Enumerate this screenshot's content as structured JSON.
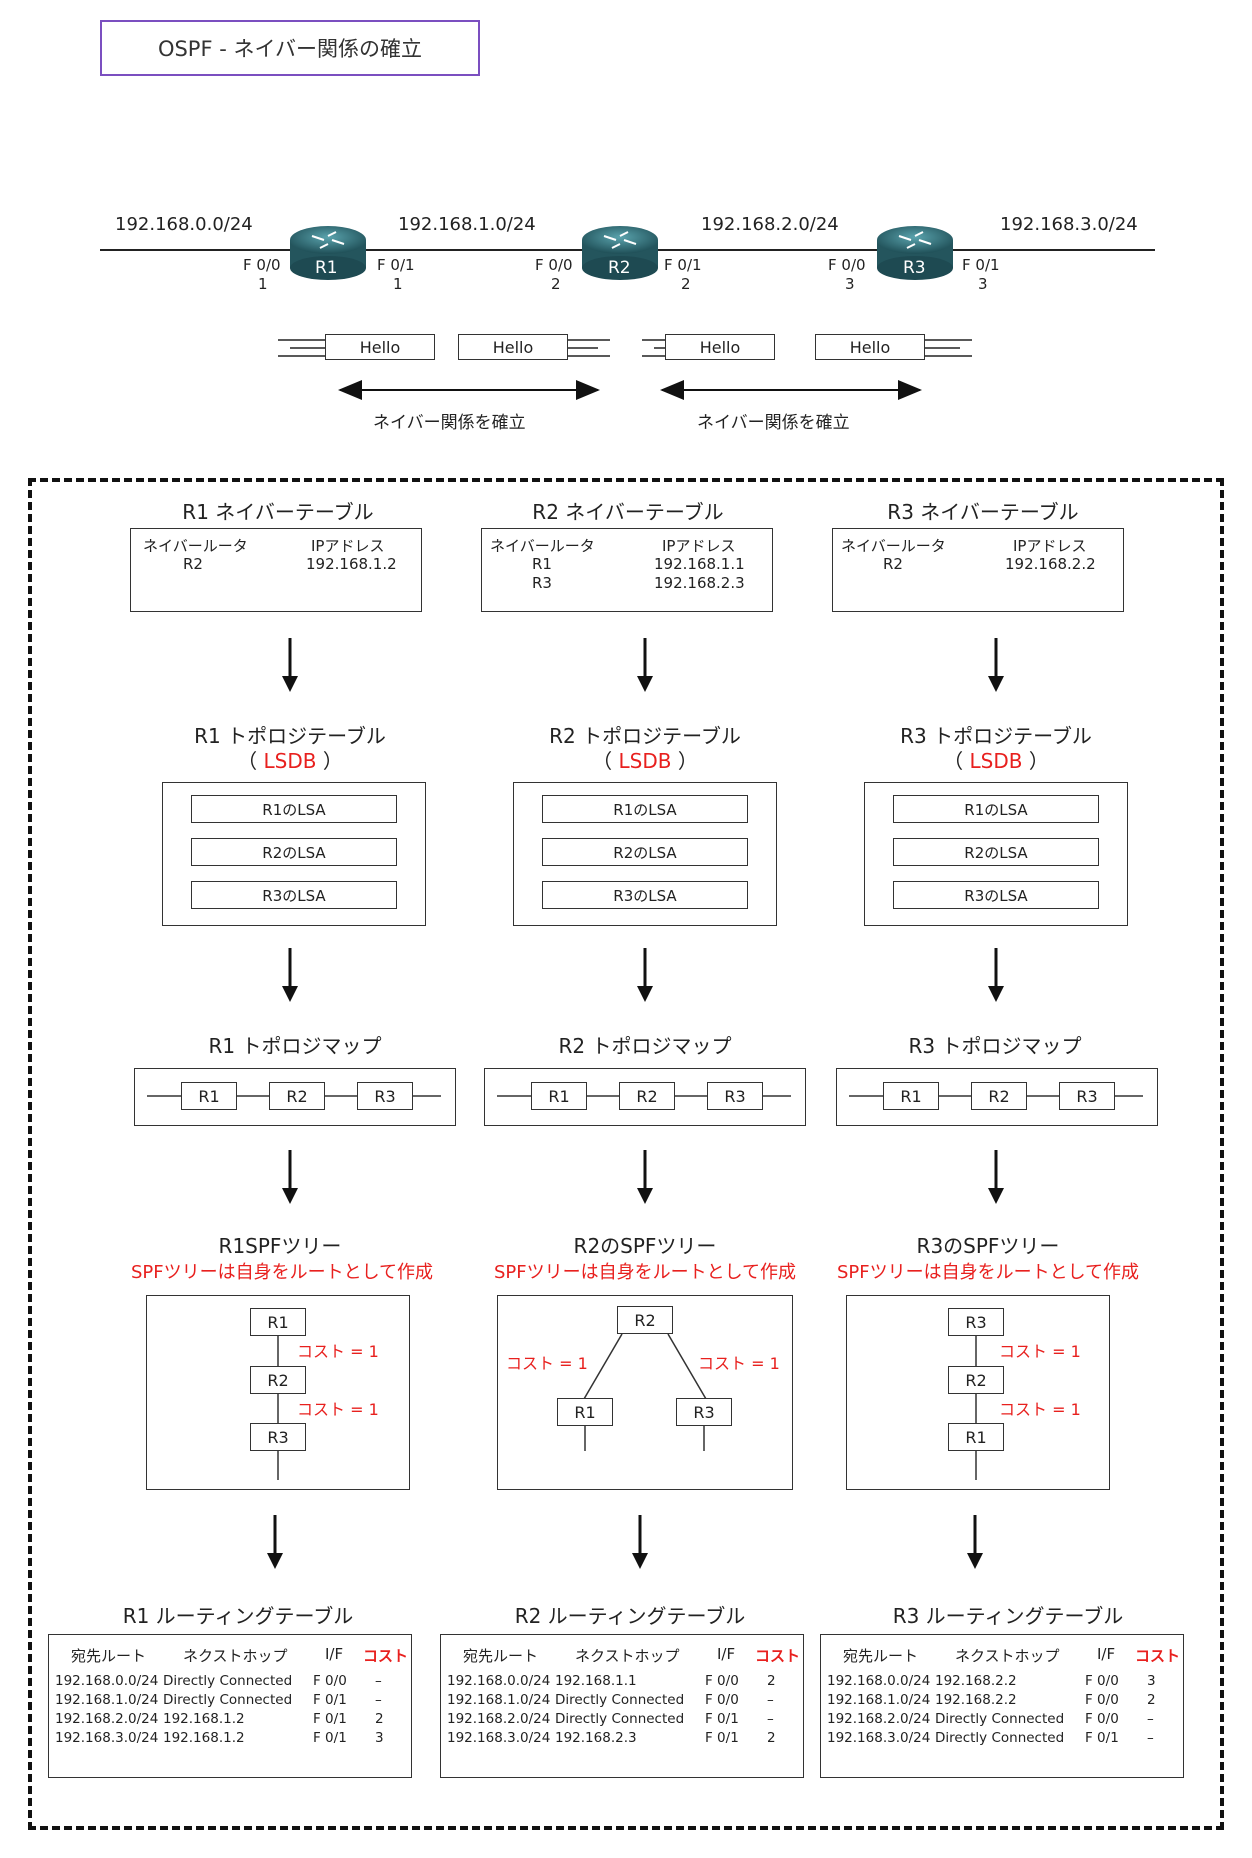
{
  "title": "OSPF - ネイバー関係の確立",
  "network": {
    "subnets": [
      "192.168.0.0/24",
      "192.168.1.0/24",
      "192.168.2.0/24",
      "192.168.3.0/24"
    ],
    "routers": [
      {
        "name": "R1",
        "left_if": "F 0/0",
        "left_host": "1",
        "right_if": "F 0/1",
        "right_host": "1"
      },
      {
        "name": "R2",
        "left_if": "F 0/0",
        "left_host": "2",
        "right_if": "F 0/1",
        "right_host": "2"
      },
      {
        "name": "R3",
        "left_if": "F 0/0",
        "left_host": "3",
        "right_if": "F 0/1",
        "right_host": "3"
      }
    ],
    "hello": "Hello",
    "neighbor_established": "ネイバー関係を確立"
  },
  "neighbor_tables": [
    {
      "title": "R1 ネイバーテーブル",
      "col1": "ネイバールータ",
      "col2": "IPアドレス",
      "rows": [
        [
          "R2",
          "192.168.1.2"
        ]
      ]
    },
    {
      "title": "R2 ネイバーテーブル",
      "col1": "ネイバールータ",
      "col2": "IPアドレス",
      "rows": [
        [
          "R1",
          "192.168.1.1"
        ],
        [
          "R3",
          "192.168.2.3"
        ]
      ]
    },
    {
      "title": "R3 ネイバーテーブル",
      "col1": "ネイバールータ",
      "col2": "IPアドレス",
      "rows": [
        [
          "R2",
          "192.168.2.2"
        ]
      ]
    }
  ],
  "topology_tables": [
    {
      "title": "R1 トポロジテーブル",
      "lsdb_open": "（",
      "lsdb": "LSDB",
      "lsdb_close": "）",
      "lsas": [
        "R1のLSA",
        "R2のLSA",
        "R3のLSA"
      ]
    },
    {
      "title": "R2 トポロジテーブル",
      "lsdb_open": "（",
      "lsdb": "LSDB",
      "lsdb_close": "）",
      "lsas": [
        "R1のLSA",
        "R2のLSA",
        "R3のLSA"
      ]
    },
    {
      "title": "R3 トポロジテーブル",
      "lsdb_open": "（",
      "lsdb": "LSDB",
      "lsdb_close": "）",
      "lsas": [
        "R1のLSA",
        "R2のLSA",
        "R3のLSA"
      ]
    }
  ],
  "topology_maps": [
    {
      "title": "R1 トポロジマップ",
      "nodes": [
        "R1",
        "R2",
        "R3"
      ]
    },
    {
      "title": "R2 トポロジマップ",
      "nodes": [
        "R1",
        "R2",
        "R3"
      ]
    },
    {
      "title": "R3 トポロジマップ",
      "nodes": [
        "R1",
        "R2",
        "R3"
      ]
    }
  ],
  "spf_trees": [
    {
      "title": "R1SPFツリー",
      "note": "SPFツリーは自身をルートとして作成",
      "nodes": [
        "R1",
        "R2",
        "R3"
      ],
      "costs": [
        "コスト = 1",
        "コスト = 1"
      ]
    },
    {
      "title": "R2のSPFツリー",
      "note": "SPFツリーは自身をルートとして作成",
      "nodes": [
        "R2",
        "R1",
        "R3"
      ],
      "costs": [
        "コスト = 1",
        "コスト = 1"
      ]
    },
    {
      "title": "R3のSPFツリー",
      "note": "SPFツリーは自身をルートとして作成",
      "nodes": [
        "R3",
        "R2",
        "R1"
      ],
      "costs": [
        "コスト = 1",
        "コスト = 1"
      ]
    }
  ],
  "routing_tables": [
    {
      "title": "R1 ルーティングテーブル",
      "headers": [
        "宛先ルート",
        "ネクストホップ",
        "I/F",
        "コスト"
      ],
      "rows": [
        [
          "192.168.0.0/24",
          "Directly Connected",
          "F 0/0",
          "–"
        ],
        [
          "192.168.1.0/24",
          "Directly Connected",
          "F 0/1",
          "–"
        ],
        [
          "192.168.2.0/24",
          "192.168.1.2",
          "F 0/1",
          "2"
        ],
        [
          "192.168.3.0/24",
          "192.168.1.2",
          "F 0/1",
          "3"
        ]
      ]
    },
    {
      "title": "R2 ルーティングテーブル",
      "headers": [
        "宛先ルート",
        "ネクストホップ",
        "I/F",
        "コスト"
      ],
      "rows": [
        [
          "192.168.0.0/24",
          "192.168.1.1",
          "F 0/0",
          "2"
        ],
        [
          "192.168.1.0/24",
          "Directly Connected",
          "F 0/0",
          "–"
        ],
        [
          "192.168.2.0/24",
          "Directly Connected",
          "F 0/1",
          "–"
        ],
        [
          "192.168.3.0/24",
          "192.168.2.3",
          "F 0/1",
          "2"
        ]
      ]
    },
    {
      "title": "R3 ルーティングテーブル",
      "headers": [
        "宛先ルート",
        "ネクストホップ",
        "I/F",
        "コスト"
      ],
      "rows": [
        [
          "192.168.0.0/24",
          "192.168.2.2",
          "F 0/0",
          "3"
        ],
        [
          "192.168.1.0/24",
          "192.168.2.2",
          "F 0/0",
          "2"
        ],
        [
          "192.168.2.0/24",
          "Directly Connected",
          "F 0/0",
          "–"
        ],
        [
          "192.168.3.0/24",
          "Directly Connected",
          "F 0/1",
          "–"
        ]
      ]
    }
  ],
  "colors": {
    "accent_red": "#e8201e",
    "title_border": "#7b4fc0",
    "router_body": "#2f6f78"
  }
}
